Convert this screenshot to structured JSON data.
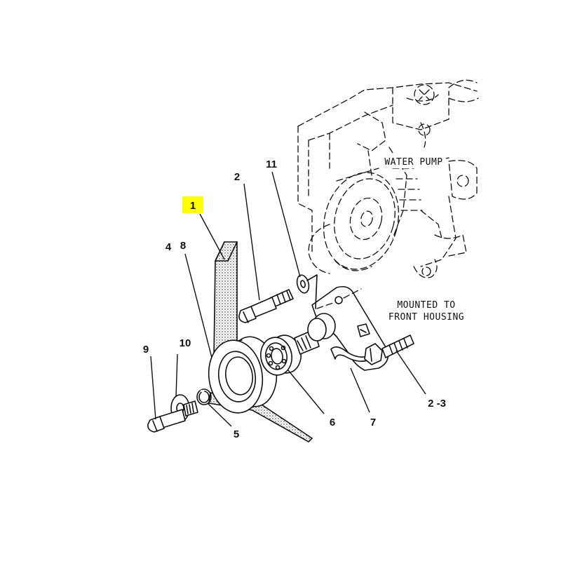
{
  "diagram": {
    "labels": {
      "water_pump": "WATER PUMP",
      "mounted_line1": "MOUNTED TO",
      "mounted_line2": "FRONT HOUSING"
    },
    "callouts": {
      "c1": "1",
      "c2": "2",
      "c4": "4",
      "c5": "5",
      "c6": "6",
      "c7": "7",
      "c8": "8",
      "c9": "9",
      "c10": "10",
      "c11": "11",
      "c23": "2 -3"
    },
    "highlight_color": "#ffff00"
  }
}
